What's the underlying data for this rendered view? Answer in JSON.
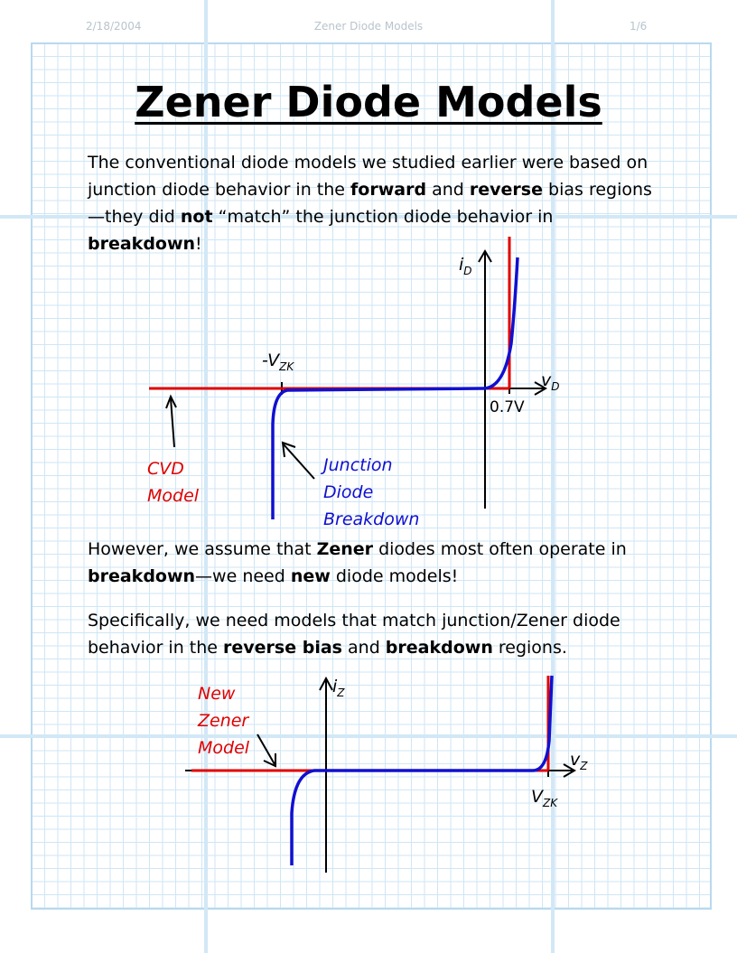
{
  "header": {
    "date": "2/18/2004",
    "title": "Zener Diode Models",
    "page": "1/6"
  },
  "title": "Zener Diode Models",
  "para1": {
    "t1": "The conventional diode models we studied earlier were based on junction diode behavior in the ",
    "b1": "forward",
    "t2": " and ",
    "b2": "reverse",
    "t3": " bias regions—they did ",
    "b3": "not",
    "t4": " “match” the junction diode behavior in ",
    "b4": "breakdown",
    "t5": "!"
  },
  "fig1": {
    "y_axis_main": "i",
    "y_axis_sub": "D",
    "x_axis_main": "v",
    "x_axis_sub": "D",
    "vzk_main": "-V",
    "vzk_sub": "ZK",
    "tick_label": "0.7V",
    "cvd_line1": "CVD",
    "cvd_line2": "Model",
    "junction_line1": "Junction",
    "junction_line2": "Diode",
    "junction_line3": "Breakdown"
  },
  "para2": {
    "t1": "However, we assume that ",
    "b1": "Zener",
    "t2": " diodes most often operate in ",
    "b2": "breakdown",
    "t3": "—we need ",
    "b3": "new",
    "t4": " diode models!"
  },
  "para3": {
    "t1": "Specifically, we need models that match junction/Zener diode behavior in the ",
    "b1": "reverse bias",
    "t2": " and ",
    "b2": "breakdown",
    "t3": " regions."
  },
  "fig2": {
    "y_axis_main": "i",
    "y_axis_sub": "Z",
    "x_axis_main": "v",
    "x_axis_sub": "Z",
    "vzk_main": "V",
    "vzk_sub": "ZK",
    "new_line1": "New",
    "new_line2": "Zener",
    "new_line3": "Model"
  },
  "colors": {
    "grid": "#cfe6f5",
    "model_red": "#e00000",
    "curve_blue": "#1010d0"
  }
}
